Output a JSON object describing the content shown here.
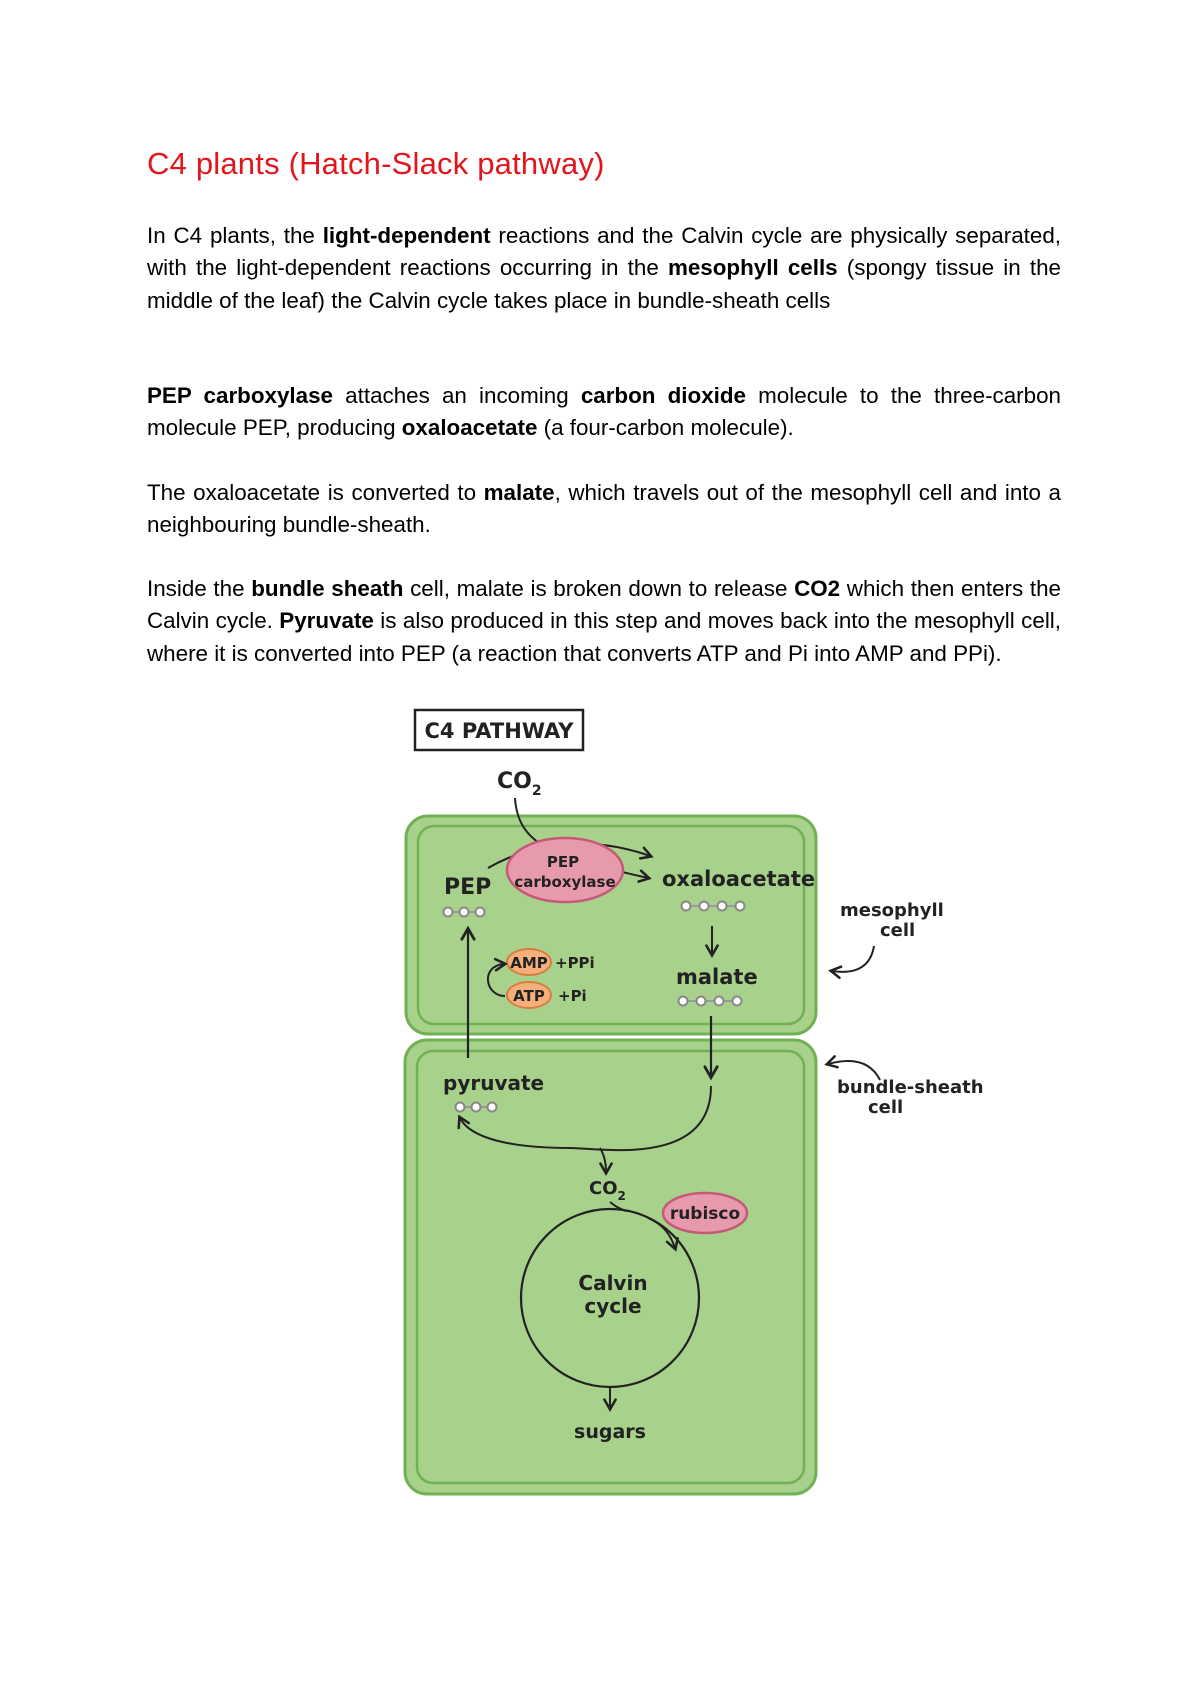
{
  "title": "C4 plants (Hatch-Slack pathway)",
  "paragraphs": {
    "p1": [
      "In C4 plants, the ",
      "light-dependent",
      " reactions and the Calvin cycle are physically separated, with the light-dependent reactions occurring in the ",
      "mesophyll cells",
      " (spongy tissue in the middle of the leaf) the Calvin cycle takes place in bundle-sheath cells"
    ],
    "p2": [
      "PEP carboxylase",
      " attaches an incoming ",
      "carbon dioxide",
      " molecule to the three-carbon molecule PEP, producing ",
      "oxaloacetate",
      " (a four-carbon molecule)."
    ],
    "p3": [
      "The oxaloacetate is converted to ",
      "malate",
      ", which travels out of the mesophyll cell and into a neighbouring bundle-sheath."
    ],
    "p4": [
      "Inside the ",
      "bundle sheath",
      " cell, malate is broken down to release ",
      "CO2",
      " which then enters the Calvin cycle. ",
      "Pyruvate",
      " is also produced in this step and moves back into the mesophyll cell, where it is converted into PEP (a reaction that converts ATP and Pi into AMP and PPi)."
    ]
  },
  "diagram": {
    "header": "C4 PATHWAY",
    "co2_top": "CO",
    "co2_top_sub": "2",
    "pep": "PEP",
    "enzyme1_line1": "PEP",
    "enzyme1_line2": "carboxylase",
    "oxaloacetate": "oxaloacetate",
    "amp": "AMP",
    "ppi": "+PPi",
    "atp": "ATP",
    "pi": "+Pi",
    "malate": "malate",
    "pyruvate": "pyruvate",
    "co2_bottom": "CO",
    "co2_bottom_sub": "2",
    "rubisco": "rubisco",
    "calvin_line1": "Calvin",
    "calvin_line2": "cycle",
    "sugars": "sugars",
    "mesophyll_line1": "mesophyll",
    "mesophyll_line2": "cell",
    "bundle_line1": "bundle-sheath",
    "bundle_line2": "cell",
    "colors": {
      "cell_fill": "#a8d18b",
      "cell_stroke": "#72b056",
      "enzyme_fill": "#e89aad",
      "enzyme_stroke": "#c45a78",
      "cofactor_fill": "#f3b07b",
      "cofactor_stroke": "#d97d3e"
    }
  }
}
